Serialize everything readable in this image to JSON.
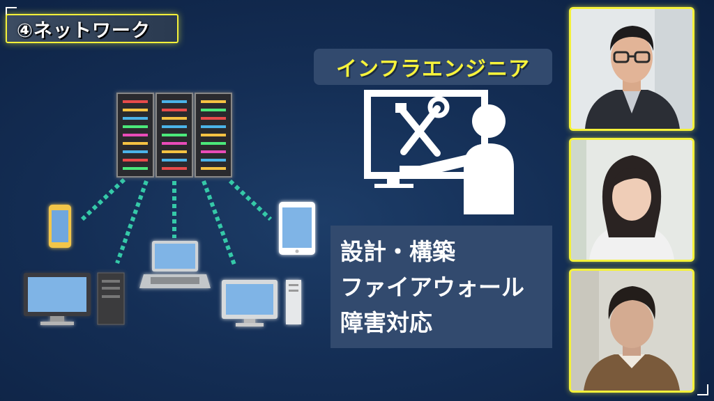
{
  "section_title": "④ネットワーク",
  "role_label": "インフラエンジニア",
  "duties": [
    "設計・構築",
    "ファイアウォール",
    "障害対応"
  ],
  "colors": {
    "accent_yellow": "#f4f13a",
    "panel_blue": "#324a6e",
    "background": "#142e55",
    "dotted_link": "#35c9a8"
  },
  "illustration": {
    "server_rack": "server-rack-icon",
    "worker": "engineer-at-monitor-icon",
    "tools": "wrench-screwdriver-icon",
    "devices": [
      "smartphone-icon",
      "desktop-pc-icon",
      "laptop-icon",
      "desktop-pc-icon",
      "tablet-icon"
    ]
  },
  "panelists": [
    {
      "name": "panelist-1"
    },
    {
      "name": "panelist-2"
    },
    {
      "name": "panelist-3"
    }
  ]
}
